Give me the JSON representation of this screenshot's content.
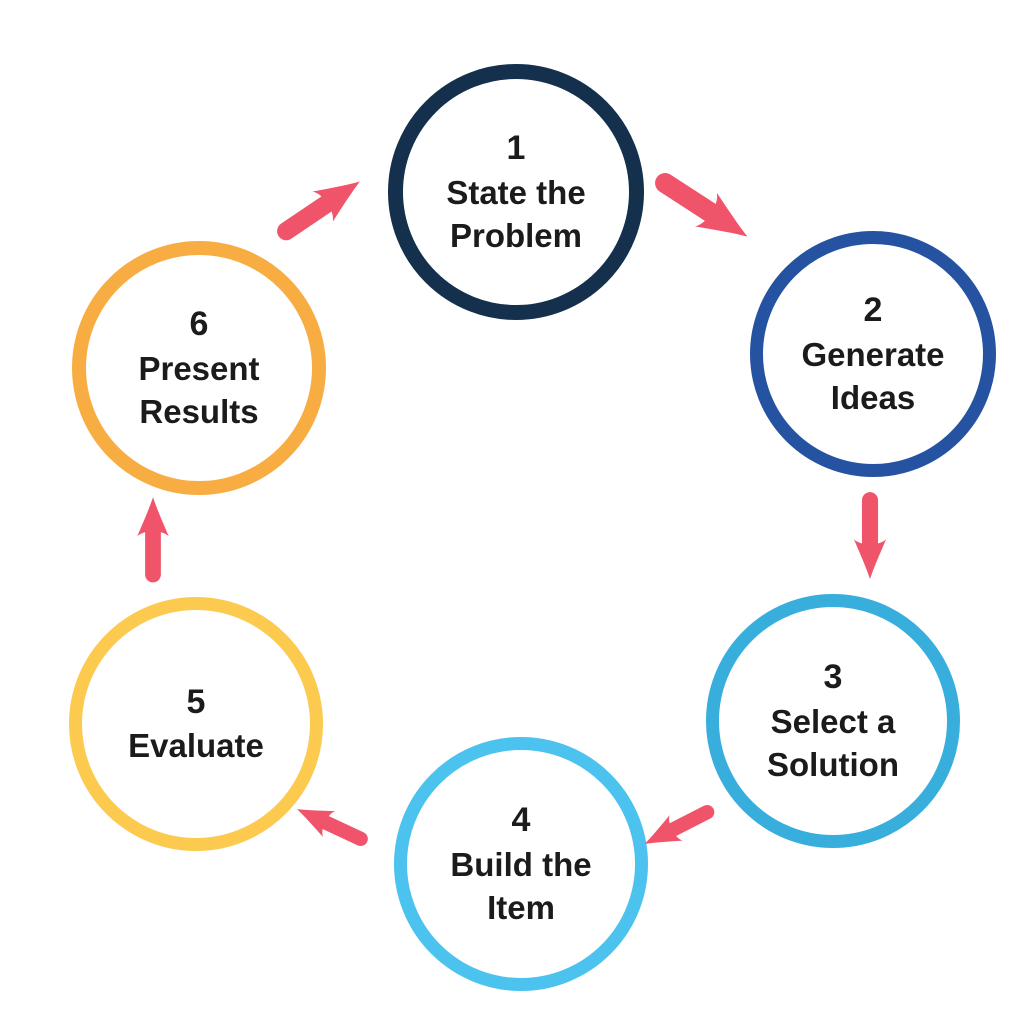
{
  "diagram": {
    "background_color": "#ffffff",
    "text_color": "#1b1b1b",
    "arrow_color": "#f0546a",
    "steps": [
      {
        "number": "1",
        "label": "State the\nProblem",
        "circle_color": "#14304c"
      },
      {
        "number": "2",
        "label": "Generate\nIdeas",
        "circle_color": "#2553a1"
      },
      {
        "number": "3",
        "label": "Select a\nSolution",
        "circle_color": "#38aedd"
      },
      {
        "number": "4",
        "label": "Build the\nItem",
        "circle_color": "#4cc3ee"
      },
      {
        "number": "5",
        "label": "Evaluate",
        "circle_color": "#fbca4e"
      },
      {
        "number": "6",
        "label": "Present\nResults",
        "circle_color": "#f8ad42"
      }
    ],
    "arrows": [
      {
        "from": "1",
        "to": "2",
        "direction": "down-right"
      },
      {
        "from": "2",
        "to": "3",
        "direction": "down"
      },
      {
        "from": "3",
        "to": "4",
        "direction": "down-left"
      },
      {
        "from": "4",
        "to": "5",
        "direction": "up-left"
      },
      {
        "from": "5",
        "to": "6",
        "direction": "up"
      },
      {
        "from": "6",
        "to": "1",
        "direction": "up-right"
      }
    ]
  }
}
